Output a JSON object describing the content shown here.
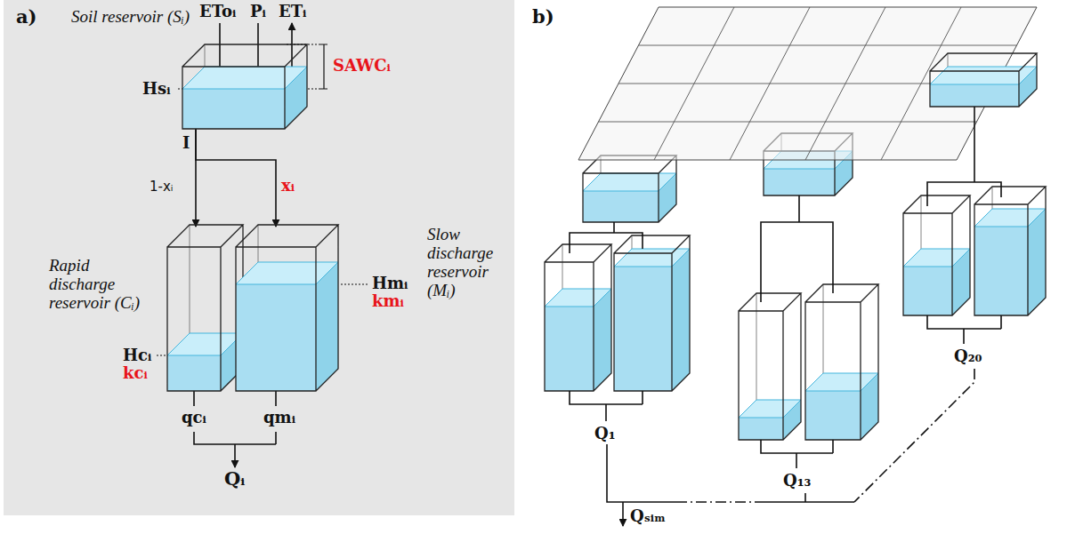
{
  "diagram": {
    "nodes": [
      {
        "text": [
          "Soil reservoir (Sᵢ)"
        ]
      },
      {
        "text": [
          "Rapid discharge reservoir (Cᵢ)"
        ]
      },
      {
        "text": [
          "Slow discharge reservoir (Mᵢ)"
        ]
      }
    ],
    "edges": [
      {
        "from": 0,
        "to": 1,
        "arrow": "to",
        "label": "1-xᵢ"
      },
      {
        "from": 0,
        "to": 2,
        "arrow": "to",
        "label": "xᵢ"
      }
    ],
    "labels": [
      "a)",
      "b)",
      "EToᵢ",
      "Pᵢ",
      "ETᵢ",
      "SAWCᵢ",
      "Hsᵢ",
      "I",
      "Hcᵢ",
      "kcᵢ",
      "Hmᵢ",
      "kmᵢ",
      "qcᵢ",
      "qmᵢ",
      "Qᵢ",
      "Q₁",
      "Q₁₃",
      "Q₂₀",
      "Qₛᵢₘ"
    ]
  }
}
